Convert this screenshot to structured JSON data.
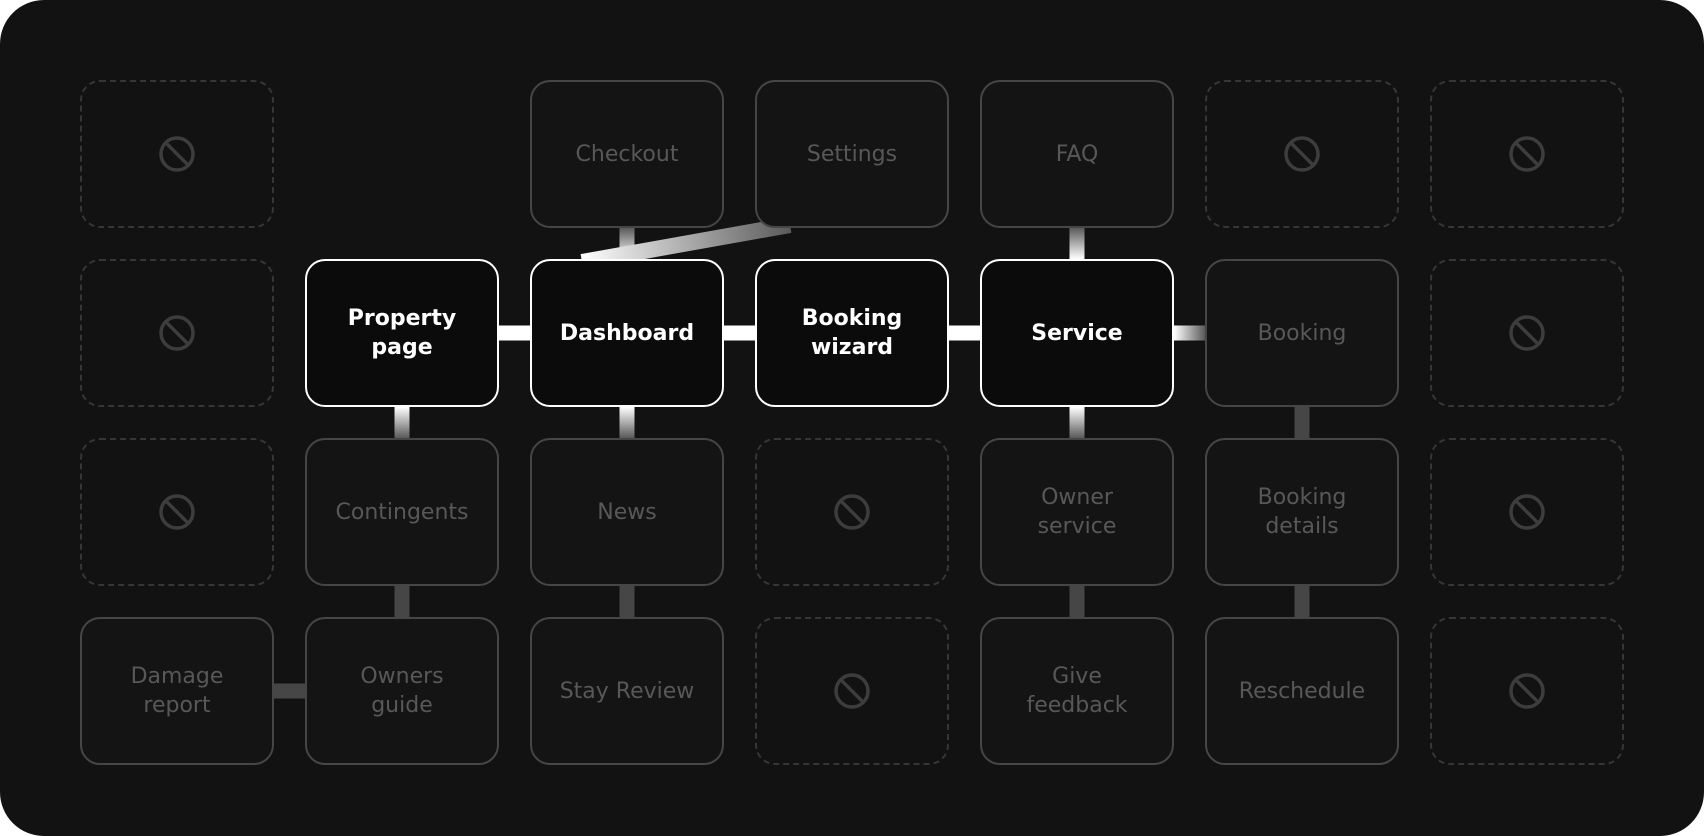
{
  "colors": {
    "background": "#121212",
    "active_border": "#ffffff",
    "dim_border": "#464646",
    "dim_text": "#585858",
    "empty_border": "#363636",
    "dim_connector": "#464646"
  },
  "grid": {
    "columns": 7,
    "rows": 4,
    "cells": [
      {
        "id": "c-0-0",
        "row": 0,
        "col": 0,
        "state": "empty",
        "icon": "not-allowed-icon"
      },
      {
        "id": "c-0-1",
        "row": 0,
        "col": 1,
        "state": "none"
      },
      {
        "id": "checkout",
        "row": 0,
        "col": 2,
        "state": "dim",
        "label": [
          "Checkout"
        ]
      },
      {
        "id": "settings",
        "row": 0,
        "col": 3,
        "state": "dim",
        "label": [
          "Settings"
        ]
      },
      {
        "id": "faq",
        "row": 0,
        "col": 4,
        "state": "dim",
        "label": [
          "FAQ"
        ]
      },
      {
        "id": "c-0-5",
        "row": 0,
        "col": 5,
        "state": "empty",
        "icon": "not-allowed-icon"
      },
      {
        "id": "c-0-6",
        "row": 0,
        "col": 6,
        "state": "empty",
        "icon": "not-allowed-icon"
      },
      {
        "id": "c-1-0",
        "row": 1,
        "col": 0,
        "state": "empty",
        "icon": "not-allowed-icon"
      },
      {
        "id": "property-page",
        "row": 1,
        "col": 1,
        "state": "active",
        "label": [
          "Property",
          "page"
        ]
      },
      {
        "id": "dashboard",
        "row": 1,
        "col": 2,
        "state": "active",
        "label": [
          "Dashboard"
        ]
      },
      {
        "id": "booking-wizard",
        "row": 1,
        "col": 3,
        "state": "active",
        "label": [
          "Booking",
          "wizard"
        ]
      },
      {
        "id": "service",
        "row": 1,
        "col": 4,
        "state": "active",
        "label": [
          "Service"
        ]
      },
      {
        "id": "booking",
        "row": 1,
        "col": 5,
        "state": "dim",
        "label": [
          "Booking"
        ]
      },
      {
        "id": "c-1-6",
        "row": 1,
        "col": 6,
        "state": "empty",
        "icon": "not-allowed-icon"
      },
      {
        "id": "c-2-0",
        "row": 2,
        "col": 0,
        "state": "empty",
        "icon": "not-allowed-icon"
      },
      {
        "id": "contingents",
        "row": 2,
        "col": 1,
        "state": "dim",
        "label": [
          "Contingents"
        ]
      },
      {
        "id": "news",
        "row": 2,
        "col": 2,
        "state": "dim",
        "label": [
          "News"
        ]
      },
      {
        "id": "c-2-3",
        "row": 2,
        "col": 3,
        "state": "empty",
        "icon": "not-allowed-icon"
      },
      {
        "id": "owner-service",
        "row": 2,
        "col": 4,
        "state": "dim",
        "label": [
          "Owner",
          "service"
        ]
      },
      {
        "id": "booking-details",
        "row": 2,
        "col": 5,
        "state": "dim",
        "label": [
          "Booking",
          "details"
        ]
      },
      {
        "id": "c-2-6",
        "row": 2,
        "col": 6,
        "state": "empty",
        "icon": "not-allowed-icon"
      },
      {
        "id": "damage-report",
        "row": 3,
        "col": 0,
        "state": "dim",
        "label": [
          "Damage",
          "report"
        ]
      },
      {
        "id": "owners-guide",
        "row": 3,
        "col": 1,
        "state": "dim",
        "label": [
          "Owners",
          "guide"
        ]
      },
      {
        "id": "stay-review",
        "row": 3,
        "col": 2,
        "state": "dim",
        "label": [
          "Stay Review"
        ]
      },
      {
        "id": "c-3-3",
        "row": 3,
        "col": 3,
        "state": "empty",
        "icon": "not-allowed-icon"
      },
      {
        "id": "give-feedback",
        "row": 3,
        "col": 4,
        "state": "dim",
        "label": [
          "Give",
          "feedback"
        ]
      },
      {
        "id": "reschedule",
        "row": 3,
        "col": 5,
        "state": "dim",
        "label": [
          "Reschedule"
        ]
      },
      {
        "id": "c-3-6",
        "row": 3,
        "col": 6,
        "state": "empty",
        "icon": "not-allowed-icon"
      }
    ]
  },
  "connections": [
    {
      "from": "property-page",
      "to": "dashboard",
      "style": "bright"
    },
    {
      "from": "dashboard",
      "to": "booking-wizard",
      "style": "bright"
    },
    {
      "from": "booking-wizard",
      "to": "service",
      "style": "bright"
    },
    {
      "from": "service",
      "to": "booking",
      "style": "fade"
    },
    {
      "from": "dashboard",
      "to": "checkout",
      "style": "fade"
    },
    {
      "from": "dashboard",
      "to": "settings",
      "style": "fade"
    },
    {
      "from": "service",
      "to": "faq",
      "style": "fade"
    },
    {
      "from": "property-page",
      "to": "contingents",
      "style": "fade"
    },
    {
      "from": "dashboard",
      "to": "news",
      "style": "fade"
    },
    {
      "from": "service",
      "to": "owner-service",
      "style": "fade"
    },
    {
      "from": "booking",
      "to": "booking-details",
      "style": "dim"
    },
    {
      "from": "contingents",
      "to": "owners-guide",
      "style": "dim"
    },
    {
      "from": "news",
      "to": "stay-review",
      "style": "dim"
    },
    {
      "from": "owner-service",
      "to": "give-feedback",
      "style": "dim"
    },
    {
      "from": "booking-details",
      "to": "reschedule",
      "style": "dim"
    },
    {
      "from": "owners-guide",
      "to": "damage-report",
      "style": "dim"
    }
  ]
}
